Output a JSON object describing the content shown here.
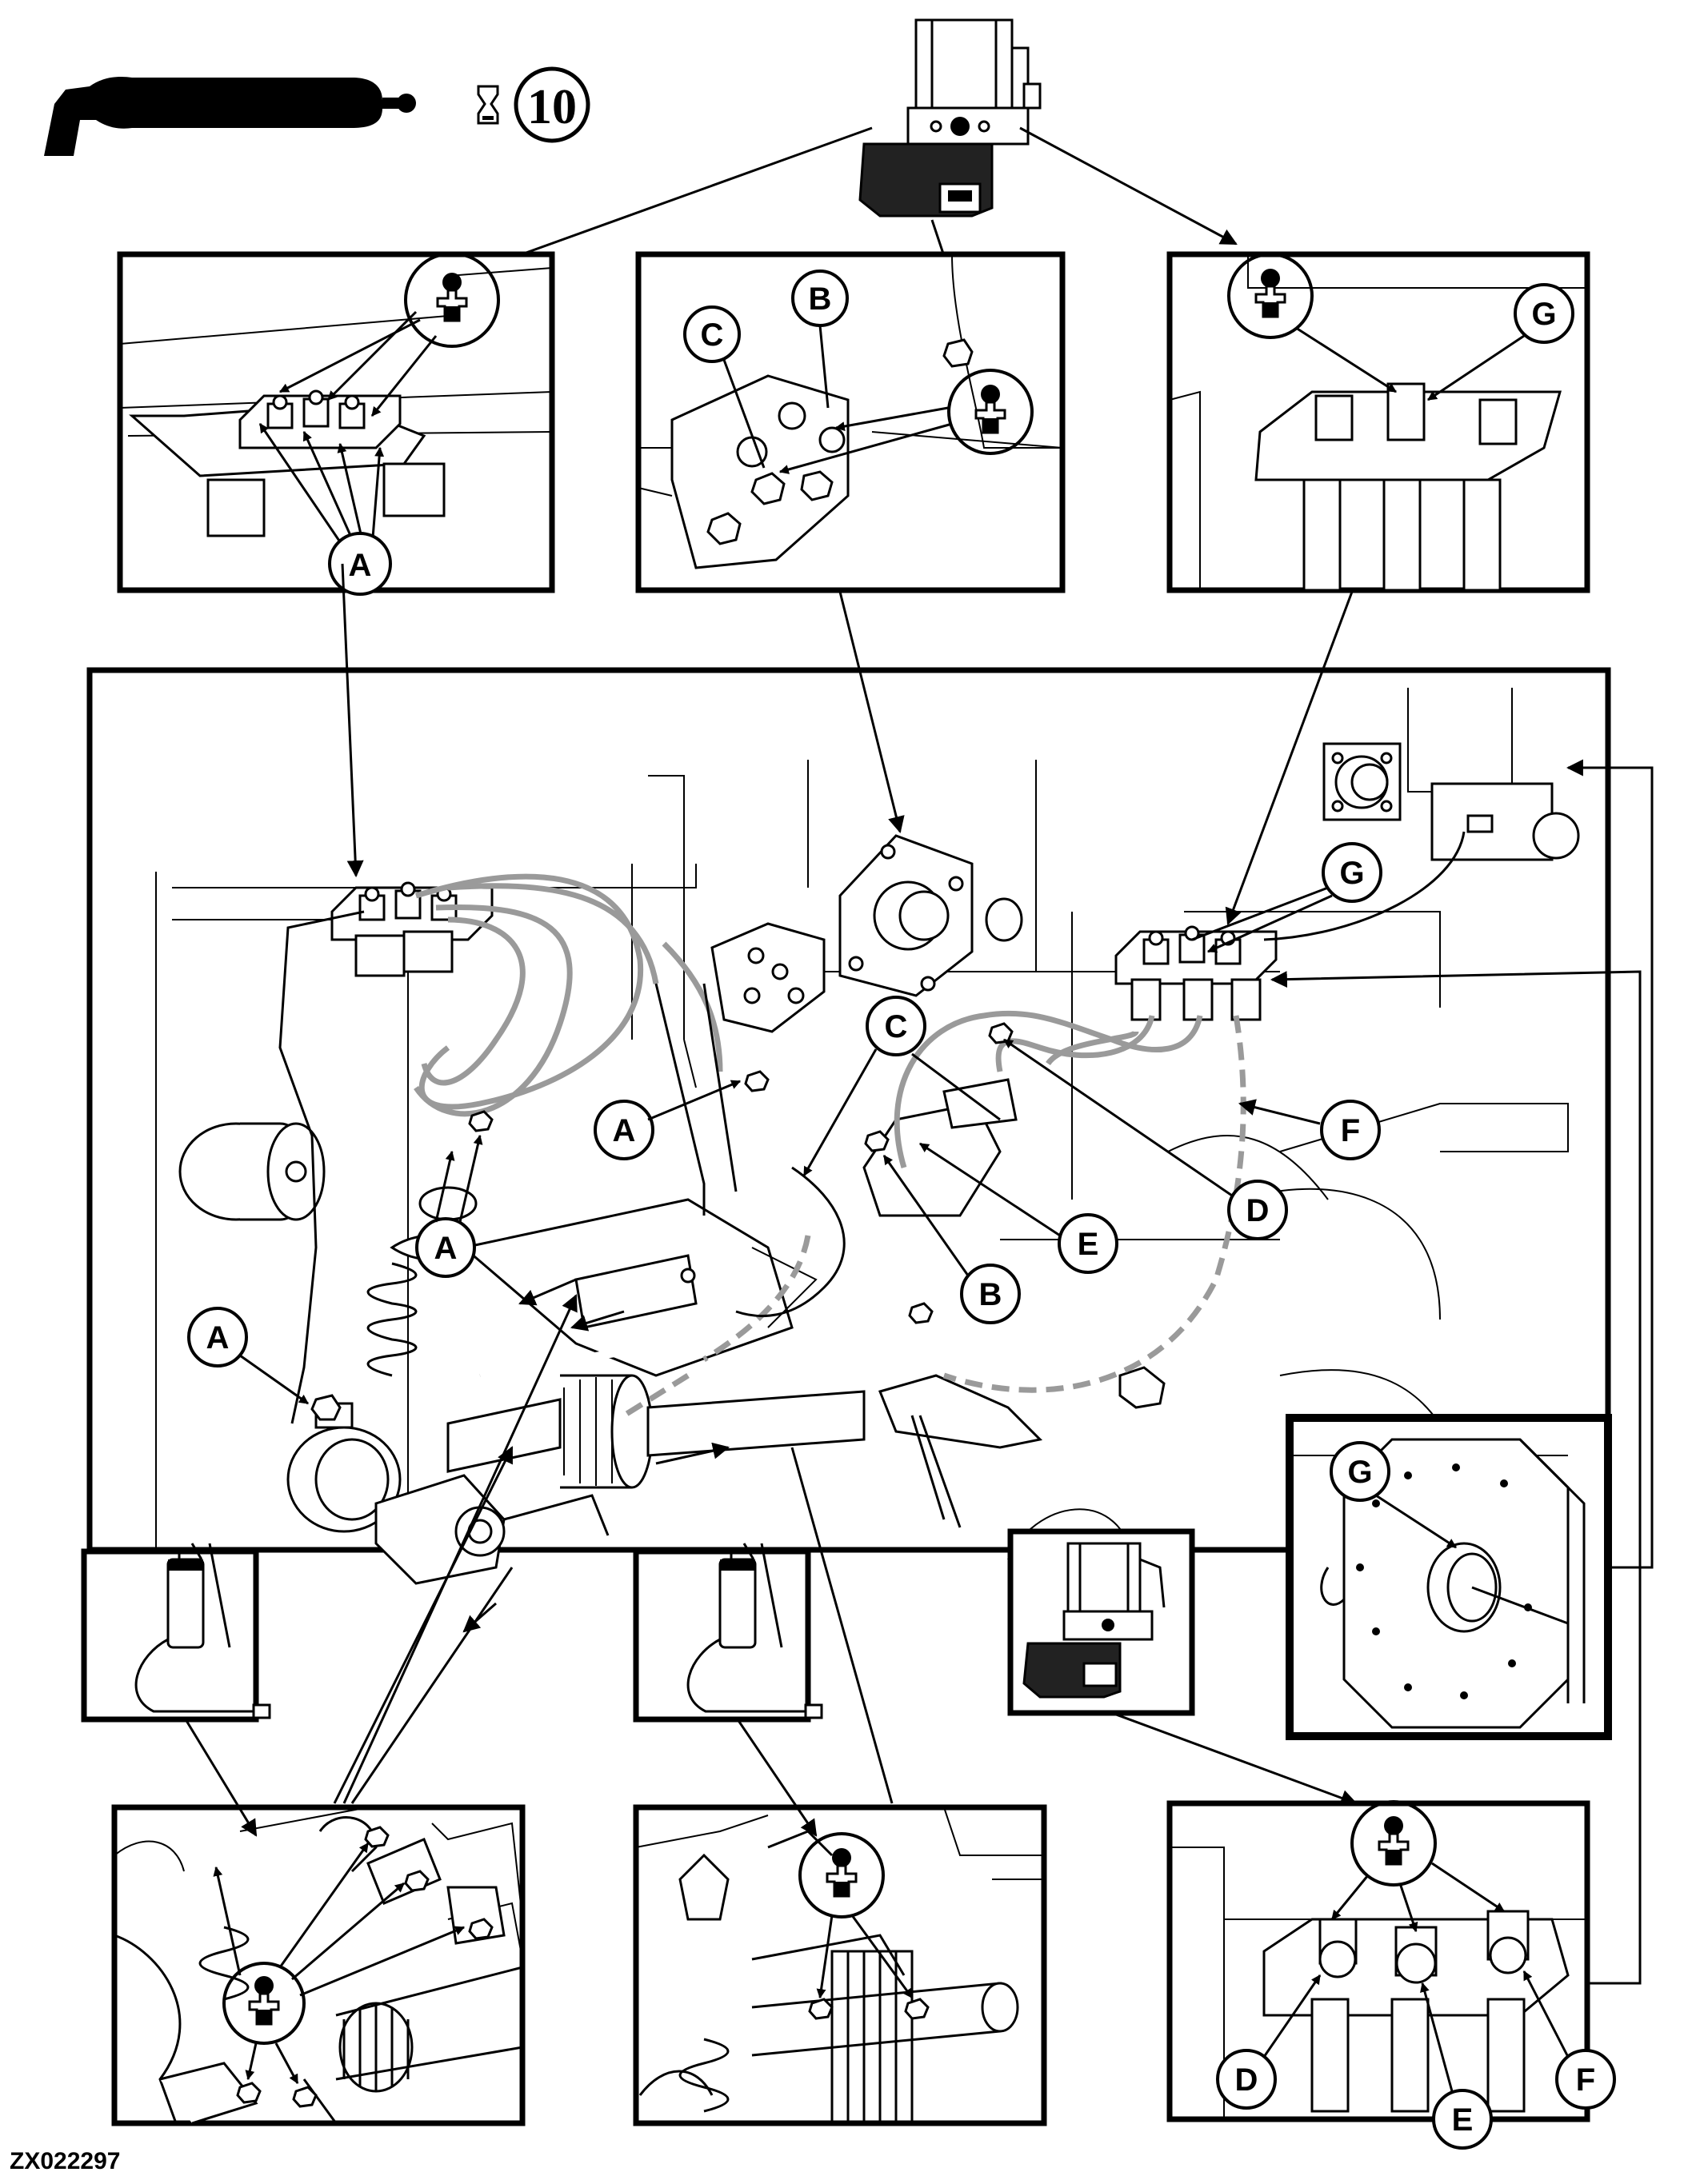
{
  "header": {
    "interval": "10"
  },
  "figure_id": "ZX022297",
  "labels": {
    "A": "A",
    "B": "B",
    "C": "C",
    "D": "D",
    "E": "E",
    "F": "F",
    "G": "G"
  },
  "icons": {
    "grease_gun": "grease-gun-icon",
    "hourglass": "hourglass-icon",
    "grease_fitting": "grease-fitting-icon",
    "lube_pump": "lube-pump-icon",
    "grease_cartridge": "grease-cartridge-icon"
  },
  "colors": {
    "ink": "#000000",
    "hose": "#9a9a9a",
    "background": "#ffffff"
  }
}
